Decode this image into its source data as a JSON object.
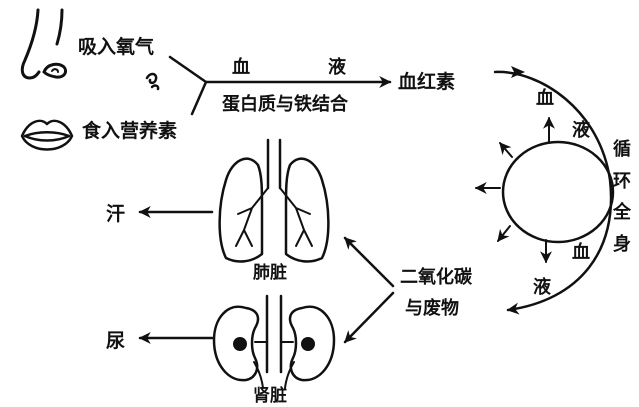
{
  "inputs": {
    "oxygen": "吸入氧气",
    "nutrients": "食入营养素"
  },
  "main_arrow": {
    "label_left": "血",
    "label_right": "液",
    "process": "蛋白质与铁结合"
  },
  "product": "血红素",
  "circulation": {
    "top_1": "血",
    "top_2": "液",
    "vertical": [
      "循",
      "环",
      "全",
      "身"
    ],
    "bottom_1": "血",
    "bottom_2": "液"
  },
  "waste": {
    "line1": "二氧化碳",
    "line2": "与废物"
  },
  "organs": {
    "lungs": "肺脏",
    "kidneys": "肾脏"
  },
  "outputs": {
    "sweat": "汗",
    "urine": "尿"
  },
  "colors": {
    "ink": "#111111",
    "paper": "#ffffff"
  }
}
